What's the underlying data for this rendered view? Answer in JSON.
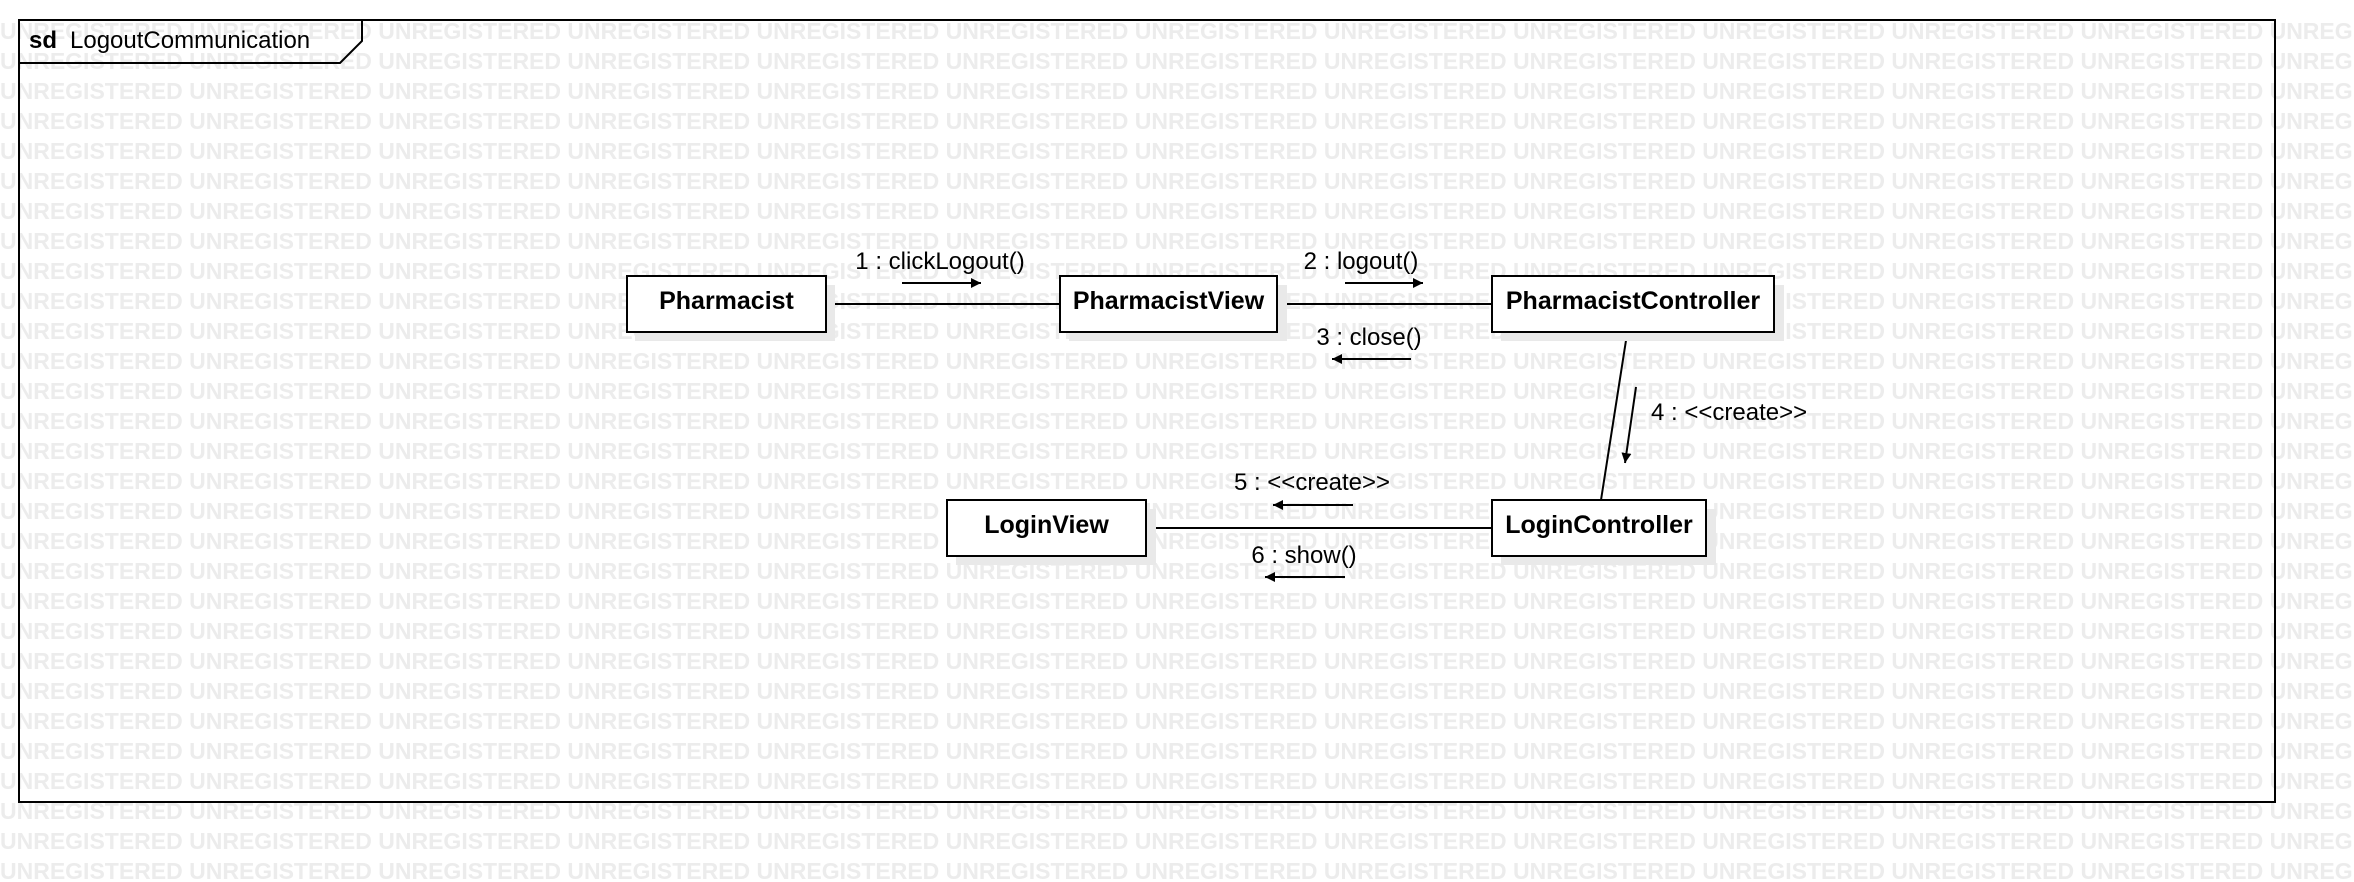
{
  "watermark": {
    "word": "UNREGISTERED"
  },
  "frame": {
    "keyword": "sd",
    "name": "LogoutCommunication"
  },
  "objects": {
    "pharmacist": "Pharmacist",
    "pharmacist_view": "PharmacistView",
    "pharmacist_controller": "PharmacistController",
    "login_view": "LoginView",
    "login_controller": "LoginController"
  },
  "messages": {
    "m1": "1 : clickLogout()",
    "m2": "2 : logout()",
    "m3": "3 : close()",
    "m4": "4 : <<create>>",
    "m5": "5 : <<create>>",
    "m6": "6 : show()"
  }
}
